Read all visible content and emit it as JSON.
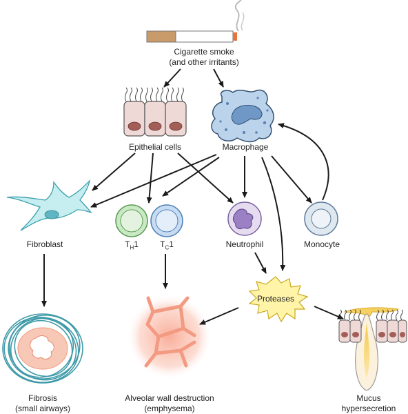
{
  "nodes": {
    "cigarette": {
      "line1": "Cigarette smoke",
      "line2": "(and other irritants)"
    },
    "epithelial": {
      "label": "Epithelial cells"
    },
    "macrophage": {
      "label": "Macrophage"
    },
    "fibroblast": {
      "label": "Fibroblast"
    },
    "th1": {
      "main": "T",
      "sub": "H",
      "suffix": "1"
    },
    "tc1": {
      "main": "T",
      "sub": "C",
      "suffix": "1"
    },
    "neutrophil": {
      "label": "Neutrophil"
    },
    "monocyte": {
      "label": "Monocyte"
    },
    "proteases": {
      "label": "Proteases"
    },
    "fibrosis": {
      "line1": "Fibrosis",
      "line2": "(small airways)"
    },
    "alveolar": {
      "line1": "Alveolar wall destruction",
      "line2": "(emphysema)"
    },
    "mucus": {
      "line1": "Mucus",
      "line2": "hypersecretion"
    }
  },
  "colors": {
    "arrow": "#1a1a1a",
    "macrophage_fill": "#bcd3ec",
    "fibroblast_fill": "#c6eef0",
    "th1_fill": "#c9e8c4",
    "tc1_fill": "#c7dcf3",
    "neutrophil_fill": "#e6dcf0",
    "monocyte_fill": "#dfe7ef",
    "proteases_fill": "#fff4a8",
    "epithelial_fill": "#efd9d6",
    "fibrosis_ring": "#3e9aa8",
    "alveolar_fill": "#f7b09a",
    "mucus_fill": "#f6d060"
  }
}
